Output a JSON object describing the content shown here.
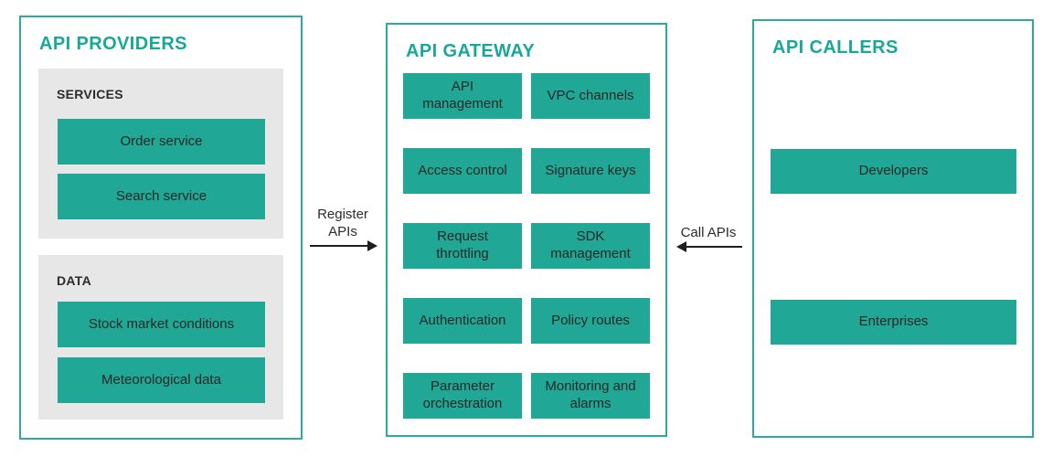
{
  "colors": {
    "teal": "#20a795",
    "border": "#2aab9e",
    "title": "#19a79a",
    "gray": "#e7e7e7",
    "text": "#2b2b2b",
    "arrow": "#1e1e1e"
  },
  "providers": {
    "title": "API PROVIDERS",
    "services": {
      "label": "SERVICES",
      "items": [
        "Order service",
        "Search service"
      ]
    },
    "data": {
      "label": "DATA",
      "items": [
        "Stock market conditions",
        "Meteorological data"
      ]
    }
  },
  "gateway": {
    "title": "API GATEWAY",
    "items": [
      "API management",
      "VPC channels",
      "Access control",
      "Signature keys",
      "Request throttling",
      "SDK management",
      "Authentication",
      "Policy routes",
      "Parameter orchestration",
      "Monitoring and alarms"
    ]
  },
  "callers": {
    "title": "API CALLERS",
    "items": [
      "Developers",
      "Enterprises"
    ]
  },
  "arrows": {
    "register": {
      "label": "Register APIs",
      "direction": "right"
    },
    "call": {
      "label": "Call APIs",
      "direction": "left"
    }
  }
}
